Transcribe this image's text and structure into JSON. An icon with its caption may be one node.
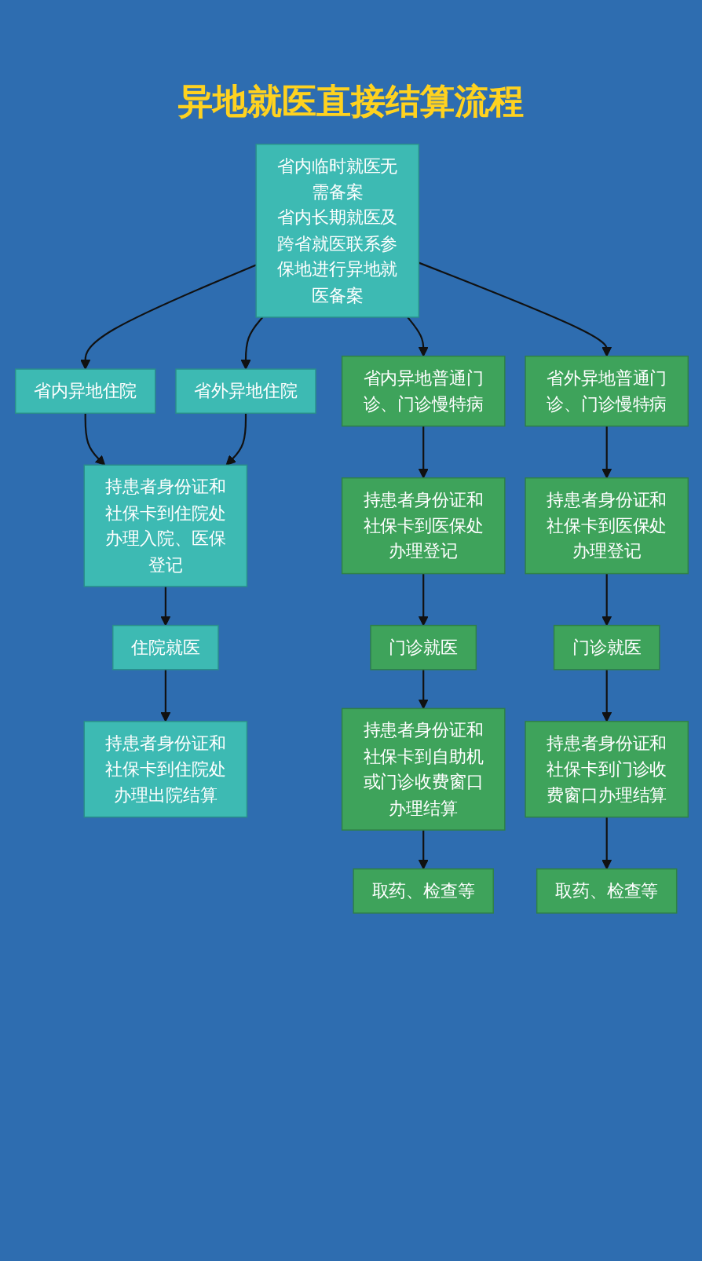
{
  "diagram": {
    "title": "异地就医直接结算流程",
    "nodes": [
      {
        "text": [
          "省内临时就医无需备案",
          "省内长期就医及跨省就医联系参保地进行异地就医备案"
        ]
      },
      {
        "text": [
          "省内异地住院"
        ]
      },
      {
        "text": [
          "省外异地住院"
        ]
      },
      {
        "text": [
          "省内异地普通门诊、门诊慢特病"
        ]
      },
      {
        "text": [
          "省外异地普通门诊、门诊慢特病"
        ]
      },
      {
        "text": [
          "持患者身份证和社保卡到住院处办理入院、医保登记"
        ]
      },
      {
        "text": [
          "住院就医"
        ]
      },
      {
        "text": [
          "持患者身份证和社保卡到住院处办理出院结算"
        ]
      },
      {
        "text": [
          "持患者身份证和社保卡到医保处办理登记"
        ]
      },
      {
        "text": [
          "持患者身份证和社保卡到医保处办理登记"
        ]
      },
      {
        "text": [
          "门诊就医"
        ]
      },
      {
        "text": [
          "门诊就医"
        ]
      },
      {
        "text": [
          "持患者身份证和社保卡到自助机或门诊收费窗口办理结算"
        ]
      },
      {
        "text": [
          "持患者身份证和社保卡到门诊收费窗口办理结算"
        ]
      },
      {
        "text": [
          "取药、检查等"
        ]
      },
      {
        "text": [
          "取药、检查等"
        ]
      }
    ],
    "edges": [
      {
        "from": 0,
        "to": 1,
        "arrow": "to"
      },
      {
        "from": 0,
        "to": 2,
        "arrow": "to"
      },
      {
        "from": 0,
        "to": 3,
        "arrow": "to"
      },
      {
        "from": 0,
        "to": 4,
        "arrow": "to"
      },
      {
        "from": 1,
        "to": 5,
        "arrow": "to"
      },
      {
        "from": 2,
        "to": 5,
        "arrow": "to"
      },
      {
        "from": 5,
        "to": 6,
        "arrow": "to"
      },
      {
        "from": 6,
        "to": 7,
        "arrow": "to"
      },
      {
        "from": 3,
        "to": 8,
        "arrow": "to"
      },
      {
        "from": 8,
        "to": 10,
        "arrow": "to"
      },
      {
        "from": 10,
        "to": 12,
        "arrow": "to"
      },
      {
        "from": 12,
        "to": 14,
        "arrow": "to"
      },
      {
        "from": 4,
        "to": 9,
        "arrow": "to"
      },
      {
        "from": 9,
        "to": 11,
        "arrow": "to"
      },
      {
        "from": 11,
        "to": 13,
        "arrow": "to"
      },
      {
        "from": 13,
        "to": 15,
        "arrow": "to"
      }
    ]
  }
}
